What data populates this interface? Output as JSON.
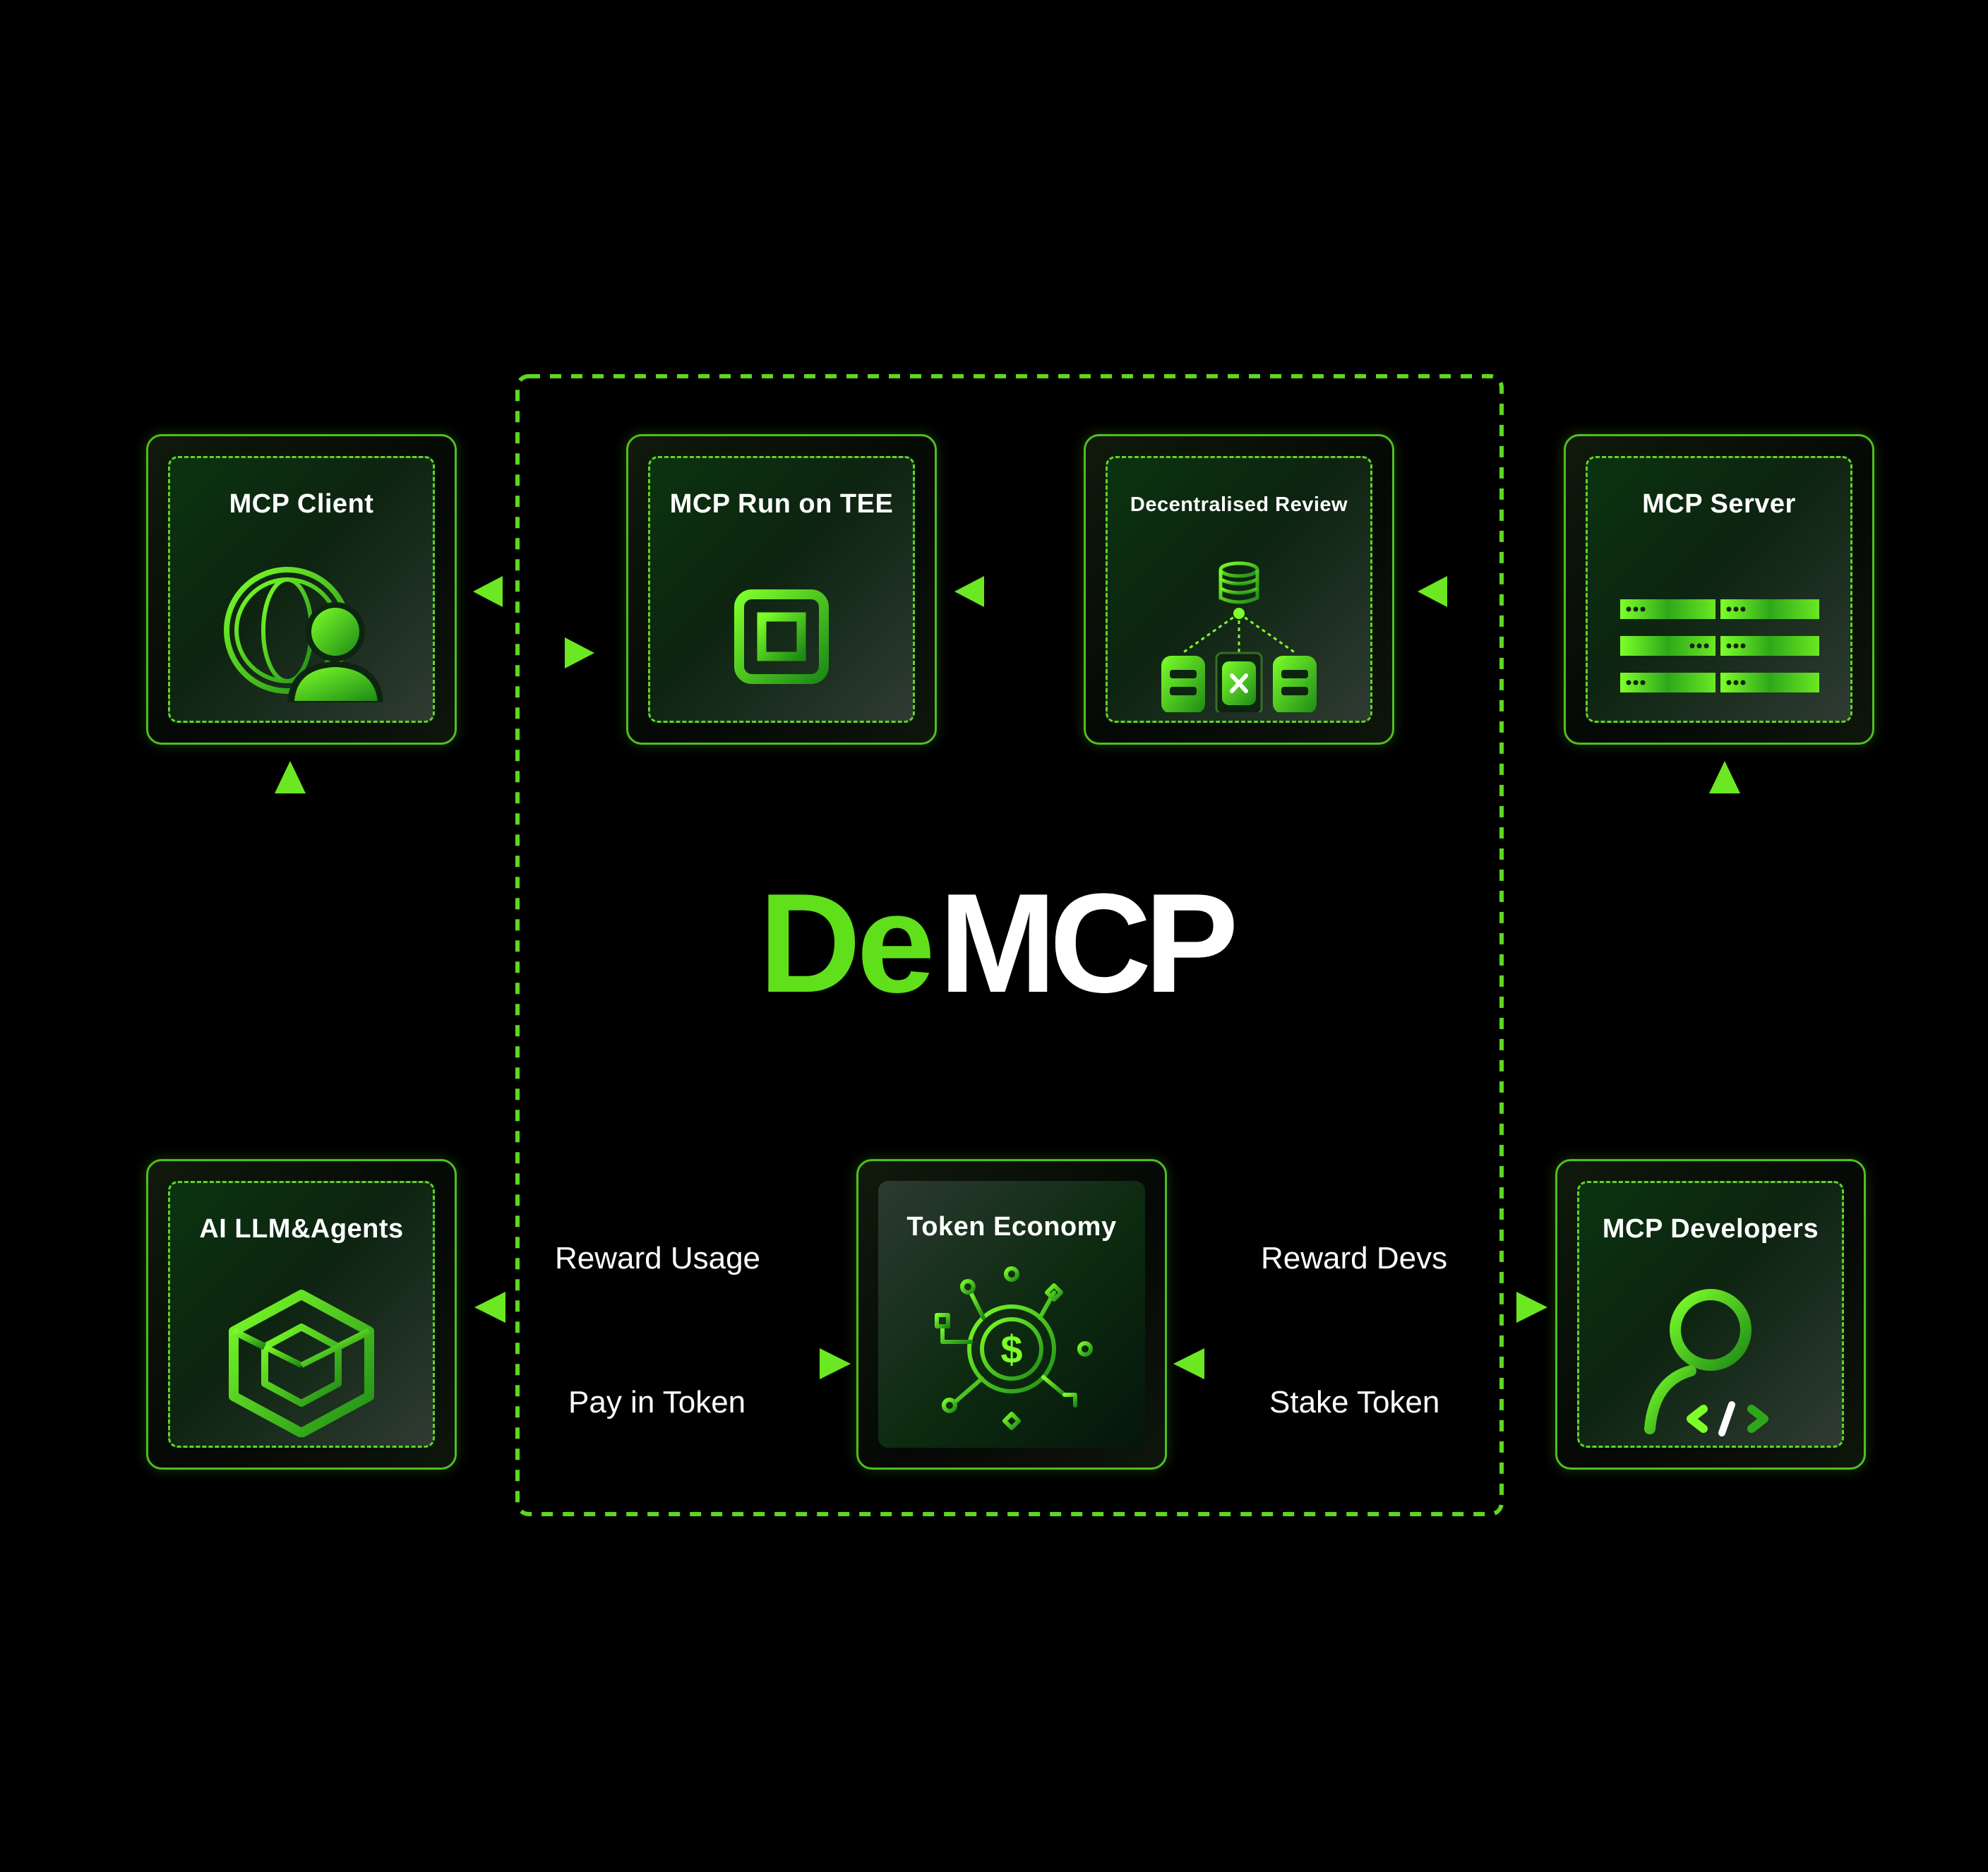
{
  "brand": {
    "part_green": "De",
    "part_white": "MCP",
    "green_color": "#5fe01a",
    "white_color": "#ffffff"
  },
  "colors": {
    "background": "#000000",
    "accent": "#5fd620",
    "accent_bright": "#7dff2a",
    "accent_dark": "#2a7d10"
  },
  "nodes": {
    "mcp_client": {
      "title": "MCP Client",
      "icon": "globe-user-icon"
    },
    "mcp_tee": {
      "title": "MCP Run on TEE",
      "icon": "cpu-chip-icon"
    },
    "review": {
      "title": "Decentralised Review",
      "icon": "database-network-icon"
    },
    "mcp_server": {
      "title": "MCP Server",
      "icon": "server-rack-icon"
    },
    "ai_agents": {
      "title": "AI LLM&Agents",
      "icon": "cube-icon"
    },
    "token_economy": {
      "title": "Token Economy",
      "icon": "coin-network-icon"
    },
    "mcp_developers": {
      "title": "MCP Developers",
      "icon": "developer-code-icon"
    }
  },
  "flows": {
    "reward_usage": "Reward Usage",
    "pay_in_token": "Pay in Token",
    "reward_devs": "Reward Devs",
    "stake_token": "Stake Token"
  }
}
